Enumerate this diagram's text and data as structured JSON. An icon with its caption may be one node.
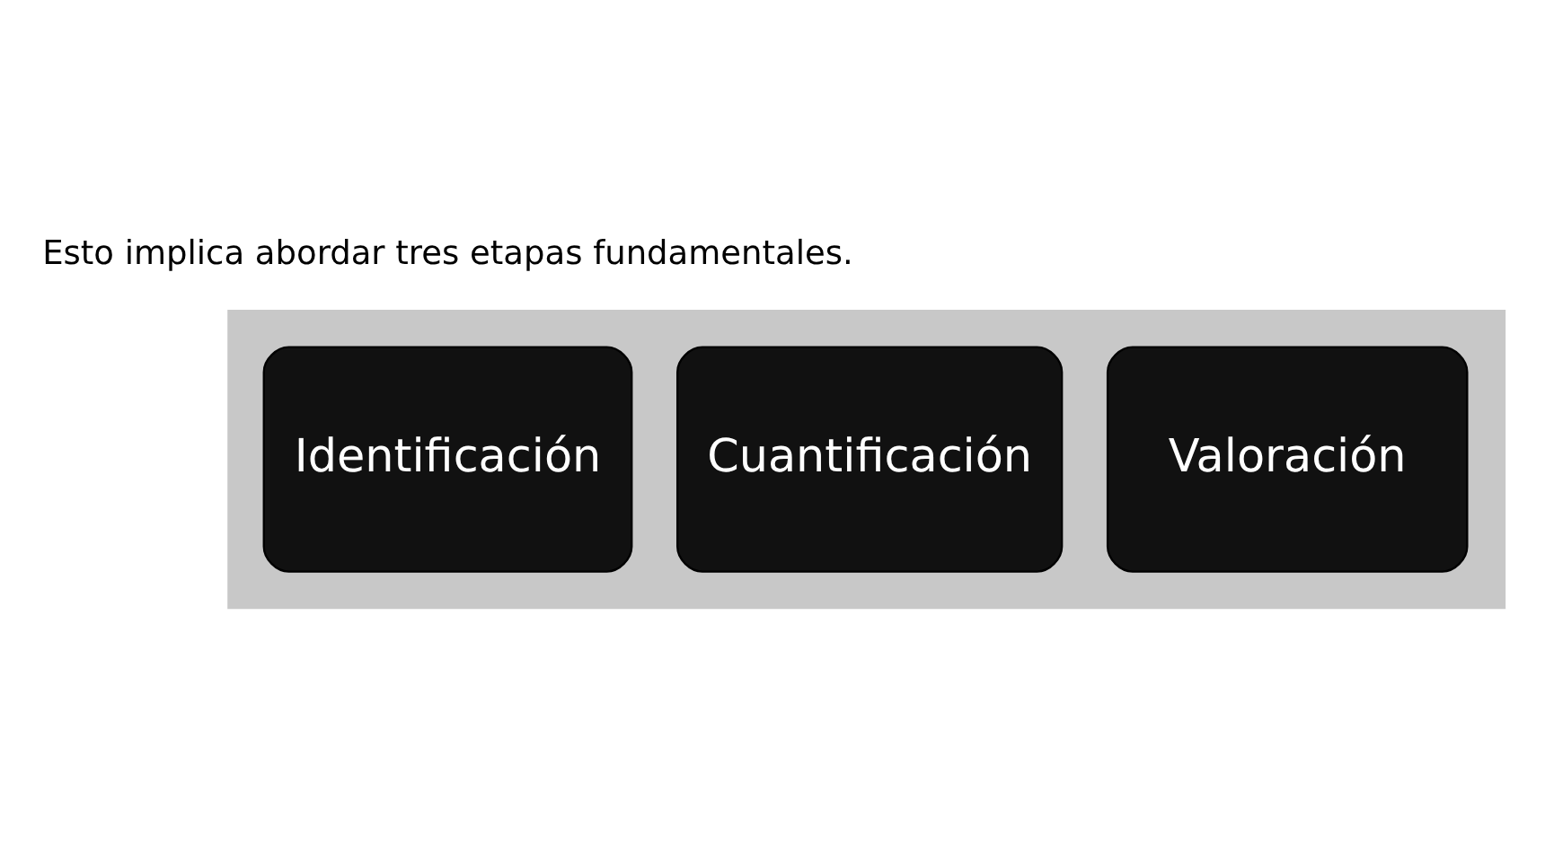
{
  "diagram": {
    "labels": [
      "Esto implica abordar tres etapas fundamentales."
    ],
    "nodes": [
      {
        "text": [],
        "shape": "arrow"
      },
      {
        "text": [
          "Identificación"
        ],
        "in": 0
      },
      {
        "text": [
          "Cuantificación"
        ],
        "in": 0
      },
      {
        "text": [
          "Valoración"
        ],
        "in": 0
      }
    ],
    "edges": []
  }
}
